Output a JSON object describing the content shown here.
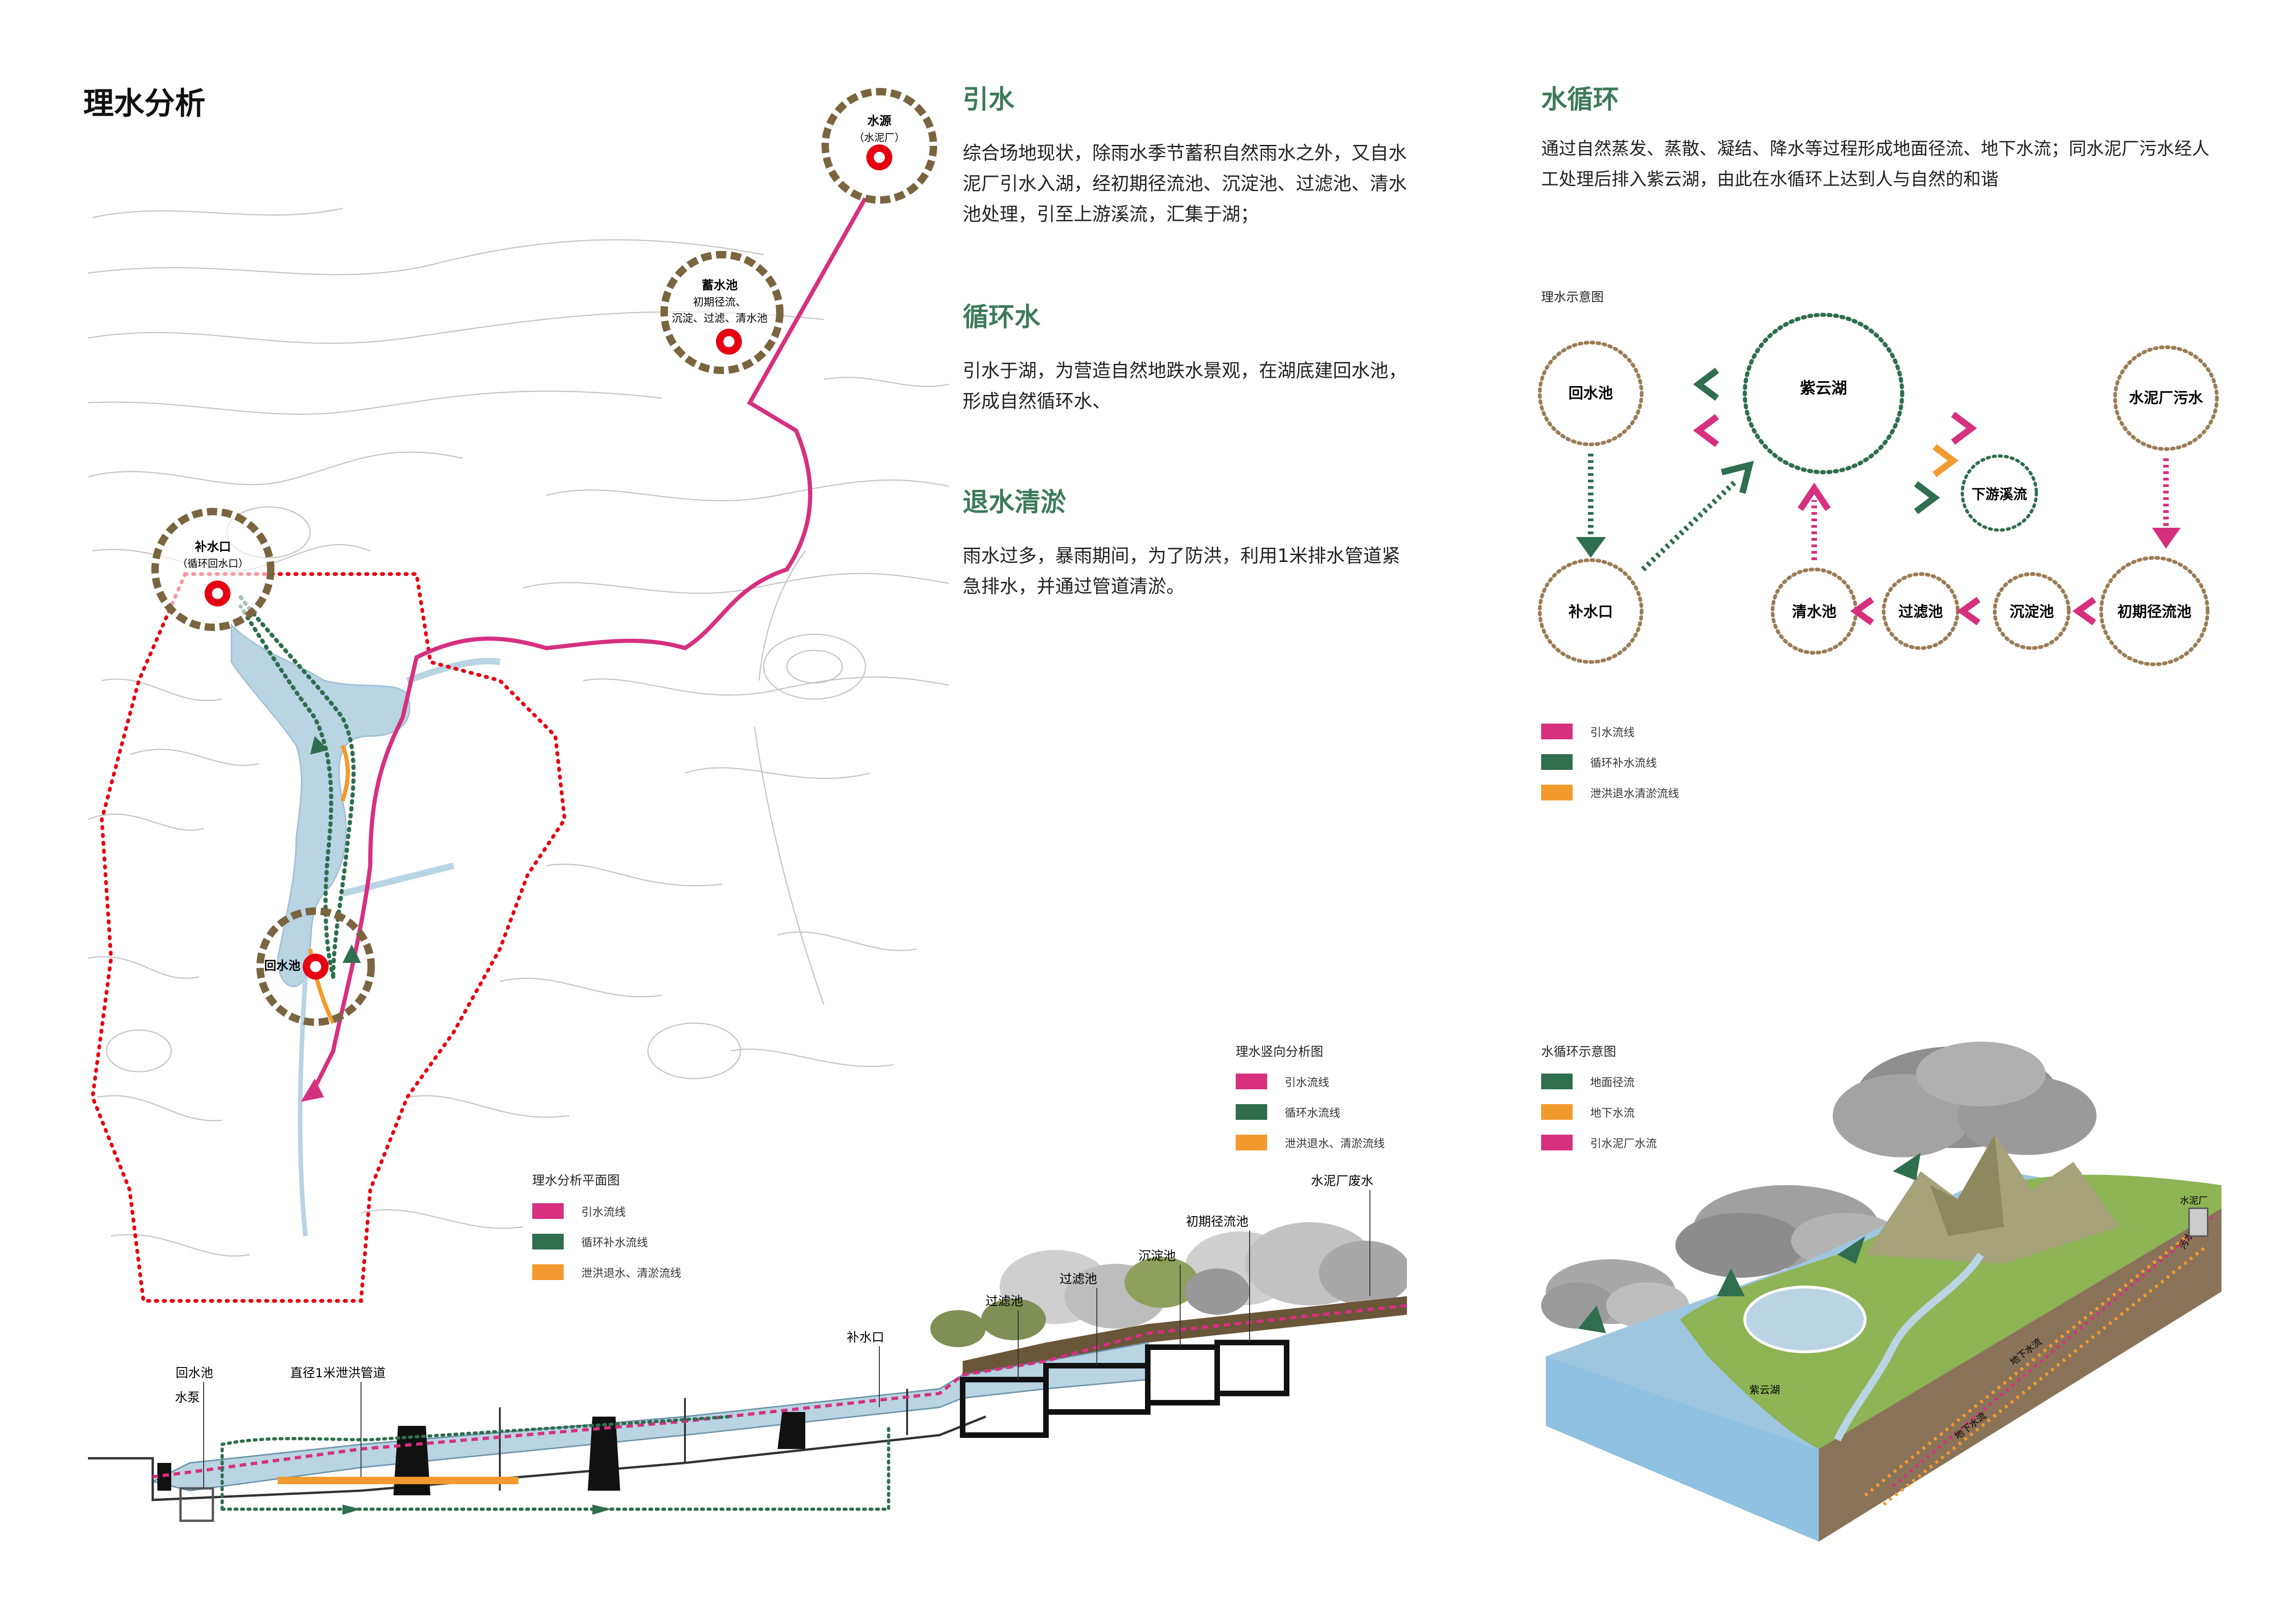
{
  "page_title": "理水分析",
  "colors": {
    "pink": "#d6307f",
    "green": "#2f6e4e",
    "orange": "#f39a2e",
    "brown": "#7a6540",
    "red": "#e60012",
    "water": "#b9d4e3"
  },
  "sections": {
    "yinshui": {
      "heading": "引水",
      "body": "综合场地现状，除雨水季节蓄积自然雨水之外，又自水泥厂引水入湖，经初期径流池、沉淀池、过滤池、清水池处理，引至上游溪流，汇集于湖；"
    },
    "xunhuan": {
      "heading": "循环水",
      "body": "引水于湖，为营造自然地跌水景观，在湖底建回水池，形成自然循环水、"
    },
    "tuishui": {
      "heading": "退水清淤",
      "body": "雨水过多，暴雨期间，为了防洪，利用1米排水管道紧急排水，并通过管道清淤。"
    },
    "shuixunhuan": {
      "heading": "水循环",
      "body": "通过自然蒸发、蒸散、凝结、降水等过程形成地面径流、地下水流；同水泥厂污水经人工处理后排入紫云湖，由此在水循环上达到人与自然的和谐"
    }
  },
  "plan_map": {
    "caption": "理水分析平面图",
    "nodes": {
      "source_title": "水源",
      "source_sub": "（水泥厂）",
      "reservoir_title": "蓄水池",
      "reservoir_line1": "初期径流、",
      "reservoir_line2": "沉淀、过滤、清水池",
      "inlet_title": "补水口",
      "inlet_sub": "（循环回水口）",
      "return_title": "回水池"
    },
    "legend": [
      "引水流线",
      "循环补水流线",
      "泄洪退水、清淤流线"
    ]
  },
  "schematic": {
    "caption": "理水示意图",
    "nodes": {
      "huishuichi": "回水池",
      "ziyunhu": "紫云湖",
      "wushui": "水泥厂污水",
      "xiayou": "下游溪流",
      "bushuikou": "补水口",
      "qingshuichi": "清水池",
      "guolvchi": "过滤池",
      "chendianchi": "沉淀池",
      "chuqi": "初期径流池"
    },
    "legend": [
      "引水流线",
      "循环补水流线",
      "泄洪退水清淤流线"
    ]
  },
  "section_view": {
    "caption": "理水竖向分析图",
    "legend": [
      "引水流线",
      "循环水流线",
      "泄洪退水、清淤流线"
    ],
    "labels": {
      "wastewater": "水泥厂废水",
      "runoff_pool": "初期径流池",
      "settling_pool": "沉淀池",
      "filter_pool_1": "过滤池",
      "filter_pool_2": "过滤池",
      "inlet": "补水口",
      "return_pool": "回水池",
      "pump": "水泵",
      "pipe": "直径1米泄洪管道"
    }
  },
  "cycle_diagram": {
    "caption": "水循环示意图",
    "legend": [
      "地面径流",
      "地下水流",
      "引水泥厂水流"
    ],
    "labels": {
      "lake": "紫云湖",
      "underground_1": "地下水流",
      "underground_2": "地下水流",
      "treatment": "污水处理池",
      "factory": "水泥厂"
    }
  }
}
